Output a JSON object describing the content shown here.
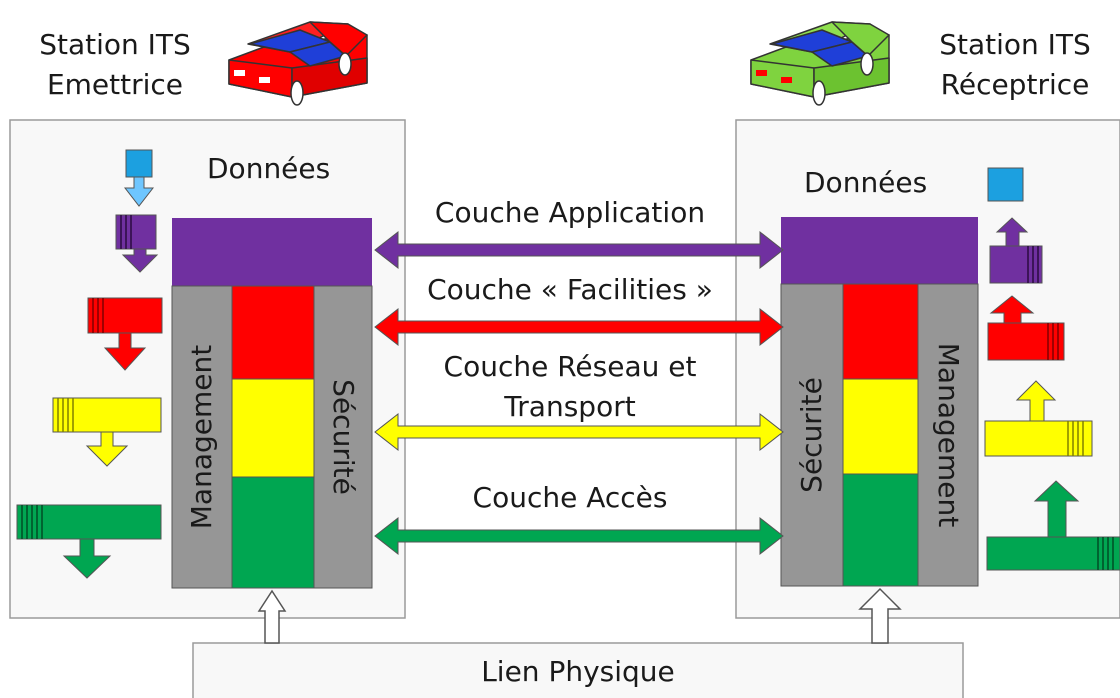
{
  "left_station": {
    "line1": "Station ITS",
    "line2": "Emettrice"
  },
  "right_station": {
    "line1": "Station ITS",
    "line2": "Réceptrice"
  },
  "left_stack": {
    "data_label": "Données",
    "management_label": "Management",
    "security_label": "Sécurité"
  },
  "right_stack": {
    "data_label": "Données",
    "management_label": "Management",
    "security_label": "Sécurité"
  },
  "layers": [
    {
      "label": "Couche Application",
      "color": "#7030a0"
    },
    {
      "label": "Couche « Facilities »",
      "color": "#ff0000"
    },
    {
      "label_line1": "Couche Réseau et",
      "label_line2": "Transport",
      "color": "#ffff00"
    },
    {
      "label": "Couche Accès",
      "color": "#00a651"
    }
  ],
  "physical_link": {
    "label": "Lien Physique"
  },
  "colors": {
    "data_block": "#1ca0e0",
    "side_column": "#969696",
    "car_left_body": "#ff0000",
    "car_right_body": "#7fd33f",
    "car_roof": "#1f3fd8",
    "panel_fill": "#f7f7f7"
  }
}
